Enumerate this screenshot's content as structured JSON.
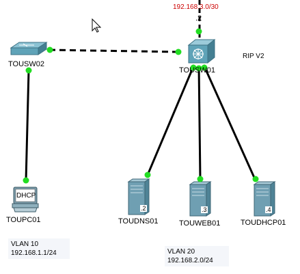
{
  "network": {
    "wan_subnet": "192.168.3.0/30",
    "wan_host": ".2",
    "protocol": "RIP V2"
  },
  "devices": {
    "tousw02": "TOUSW02",
    "tousw01": "TOUSW01",
    "toupc01": "TOUPC01",
    "toudns01": "TOUDNS01",
    "touweb01": "TOUWEB01",
    "toudhcp01": "TOUDHCP01"
  },
  "host_suffixes": {
    "dns": ".2",
    "web": ".3",
    "dhcp": ".4"
  },
  "pc_screen_text": "DHCP",
  "vlans": {
    "vlan10": {
      "name": "VLAN 10",
      "subnet": "192.168.1.1/24"
    },
    "vlan20": {
      "name": "VLAN 20",
      "subnet": "192.168.2.0/24"
    }
  },
  "colors": {
    "link_up": "#22dd22",
    "cable": "#000000",
    "wan_label": "#cc0000",
    "switch_body": "#5fa3b8",
    "server_body": "#6f9fb2"
  }
}
